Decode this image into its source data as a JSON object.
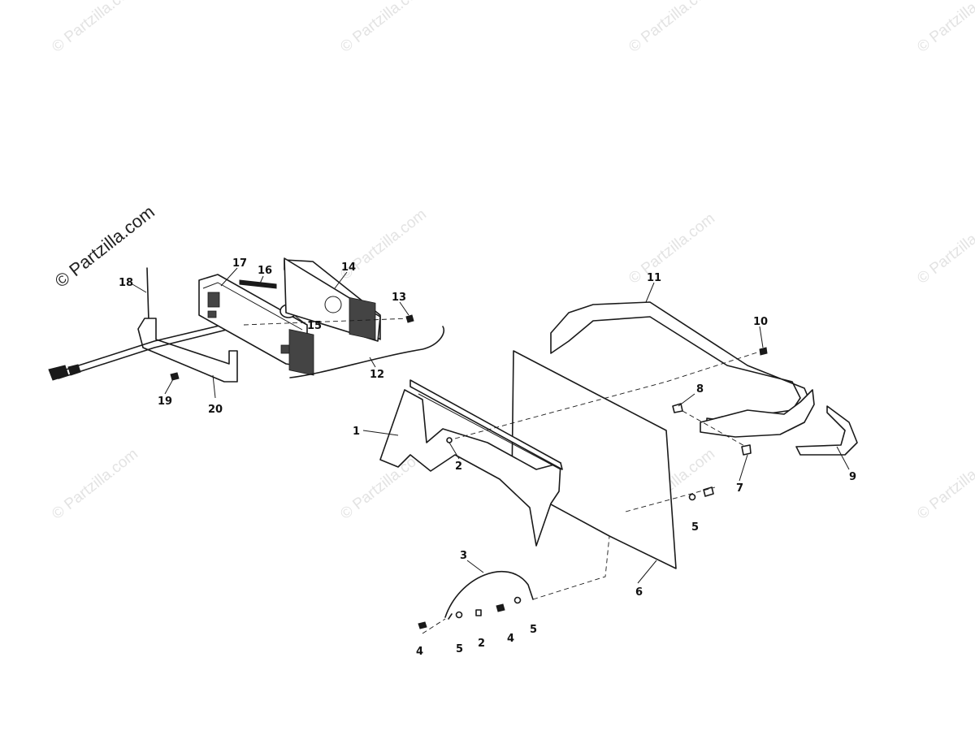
{
  "watermark": {
    "text": "© Partzilla.com",
    "main_text": "© Partzilla.com"
  },
  "callouts": [
    {
      "id": "c1",
      "text": "1"
    },
    {
      "id": "c2a",
      "text": "2"
    },
    {
      "id": "c2b",
      "text": "2"
    },
    {
      "id": "c3",
      "text": "3"
    },
    {
      "id": "c4a",
      "text": "4"
    },
    {
      "id": "c4b",
      "text": "4"
    },
    {
      "id": "c5a",
      "text": "5"
    },
    {
      "id": "c5b",
      "text": "5"
    },
    {
      "id": "c5c",
      "text": "5"
    },
    {
      "id": "c6",
      "text": "6"
    },
    {
      "id": "c7",
      "text": "7"
    },
    {
      "id": "c8",
      "text": "8"
    },
    {
      "id": "c9",
      "text": "9"
    },
    {
      "id": "c10",
      "text": "10"
    },
    {
      "id": "c11",
      "text": "11"
    },
    {
      "id": "c12",
      "text": "12"
    },
    {
      "id": "c13",
      "text": "13"
    },
    {
      "id": "c14",
      "text": "14"
    },
    {
      "id": "c15",
      "text": "15"
    },
    {
      "id": "c16",
      "text": "16"
    },
    {
      "id": "c17",
      "text": "17"
    },
    {
      "id": "c18",
      "text": "18"
    },
    {
      "id": "c19",
      "text": "19"
    },
    {
      "id": "c20",
      "text": "20"
    }
  ]
}
